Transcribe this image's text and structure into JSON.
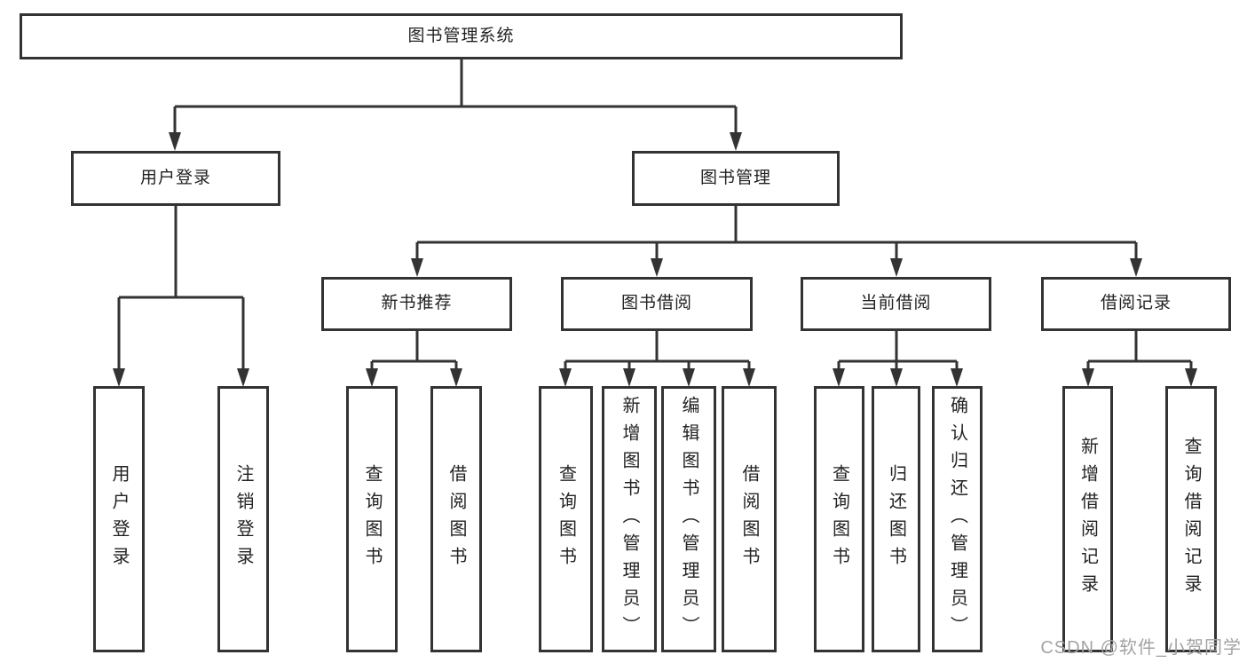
{
  "diagram": {
    "root": {
      "label": "图书管理系统"
    },
    "branches": [
      {
        "label": "用户登录",
        "leaves": [
          {
            "label": "用户登录"
          },
          {
            "label": "注销登录"
          }
        ]
      },
      {
        "label": "图书管理",
        "groups": [
          {
            "label": "新书推荐",
            "leaves": [
              {
                "label": "查询图书"
              },
              {
                "label": "借阅图书"
              }
            ]
          },
          {
            "label": "图书借阅",
            "leaves": [
              {
                "label": "查询图书"
              },
              {
                "label": "新增图书（管理员）"
              },
              {
                "label": "编辑图书（管理员）"
              },
              {
                "label": "借阅图书"
              }
            ]
          },
          {
            "label": "当前借阅",
            "leaves": [
              {
                "label": "查询图书"
              },
              {
                "label": "归还图书"
              },
              {
                "label": "确认归还（管理员）"
              }
            ]
          },
          {
            "label": "借阅记录",
            "leaves": [
              {
                "label": "新增借阅记录"
              },
              {
                "label": "查询借阅记录"
              }
            ]
          }
        ]
      }
    ]
  },
  "watermark": {
    "text": "CSDN @软件_小贺同学",
    "color": "#a3a3a3"
  },
  "colors": {
    "background": "#ffffff",
    "box_border": "#333333",
    "connector_line": "#333333",
    "text": "#222222"
  }
}
